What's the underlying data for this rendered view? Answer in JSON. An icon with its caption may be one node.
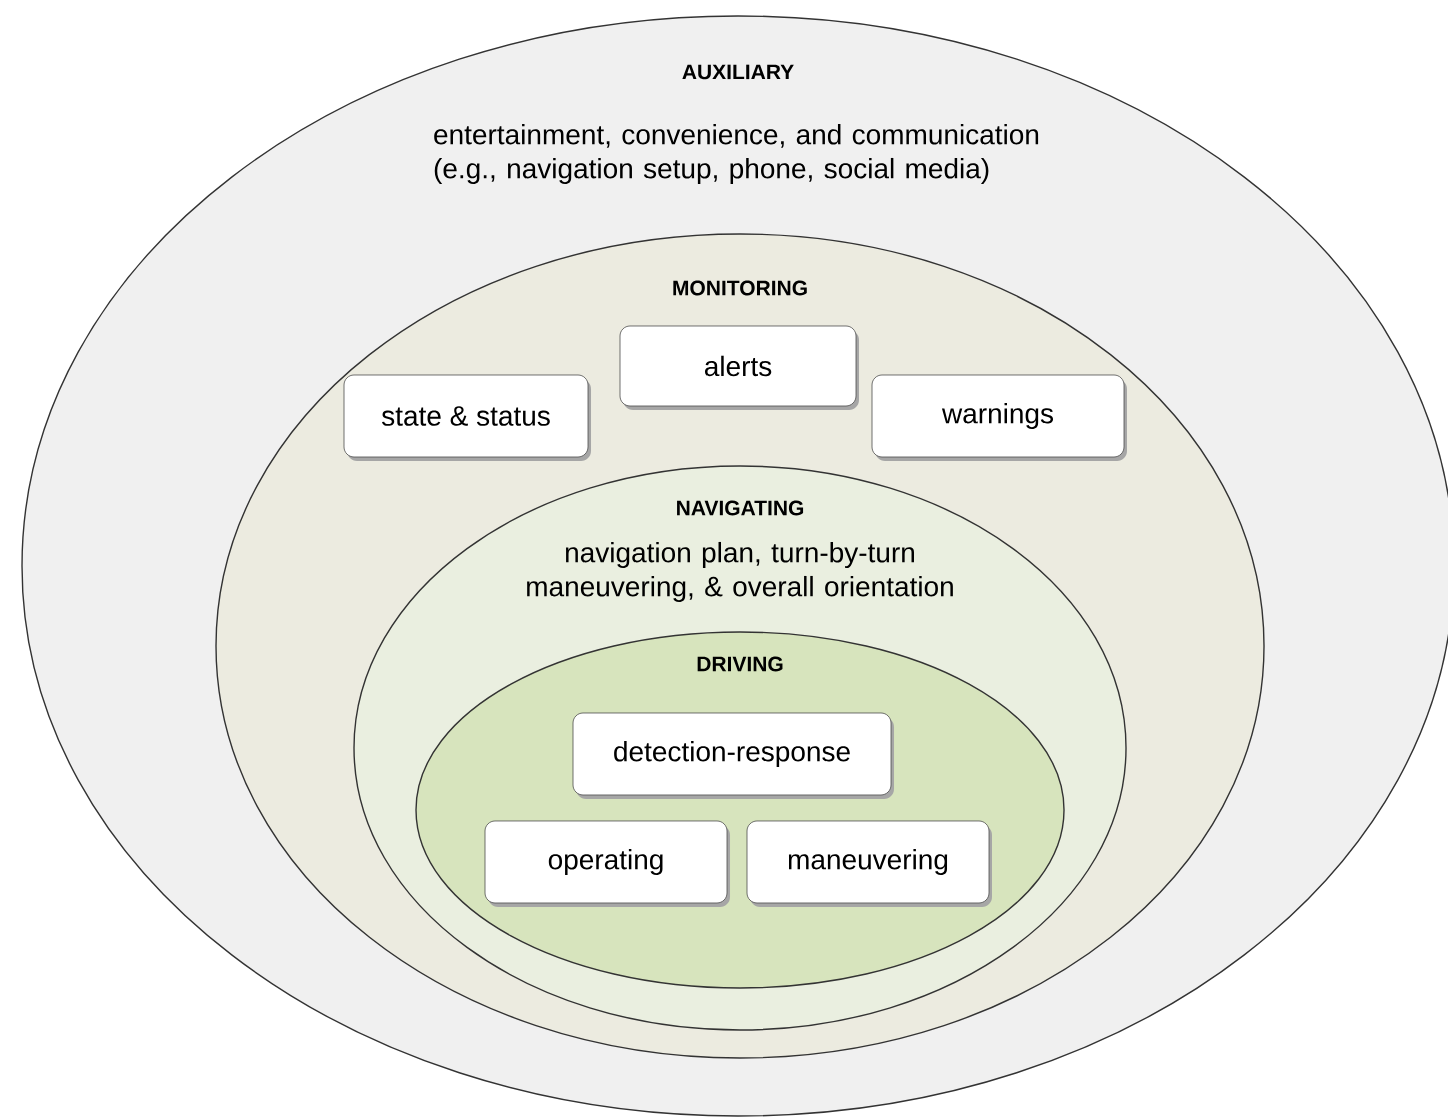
{
  "diagram": {
    "nodes": [
      {
        "text": [
          "AUXILIARY",
          "entertainment, convenience, and communication (e.g., navigation setup, phone, social media)"
        ]
      },
      {
        "text": [
          "MONITORING"
        ],
        "in": 0
      },
      {
        "text": [
          "state & status"
        ],
        "in": 1
      },
      {
        "text": [
          "alerts"
        ],
        "in": 1
      },
      {
        "text": [
          "warnings"
        ],
        "in": 1
      },
      {
        "text": [
          "NAVIGATING",
          "navigation plan, turn-by-turn maneuvering, & overall orientation"
        ],
        "in": 1
      },
      {
        "text": [
          "DRIVING"
        ],
        "in": 5
      },
      {
        "text": [
          "detection-response"
        ],
        "in": 6
      },
      {
        "text": [
          "operating"
        ],
        "in": 6
      },
      {
        "text": [
          "maneuvering"
        ],
        "in": 6
      }
    ]
  }
}
